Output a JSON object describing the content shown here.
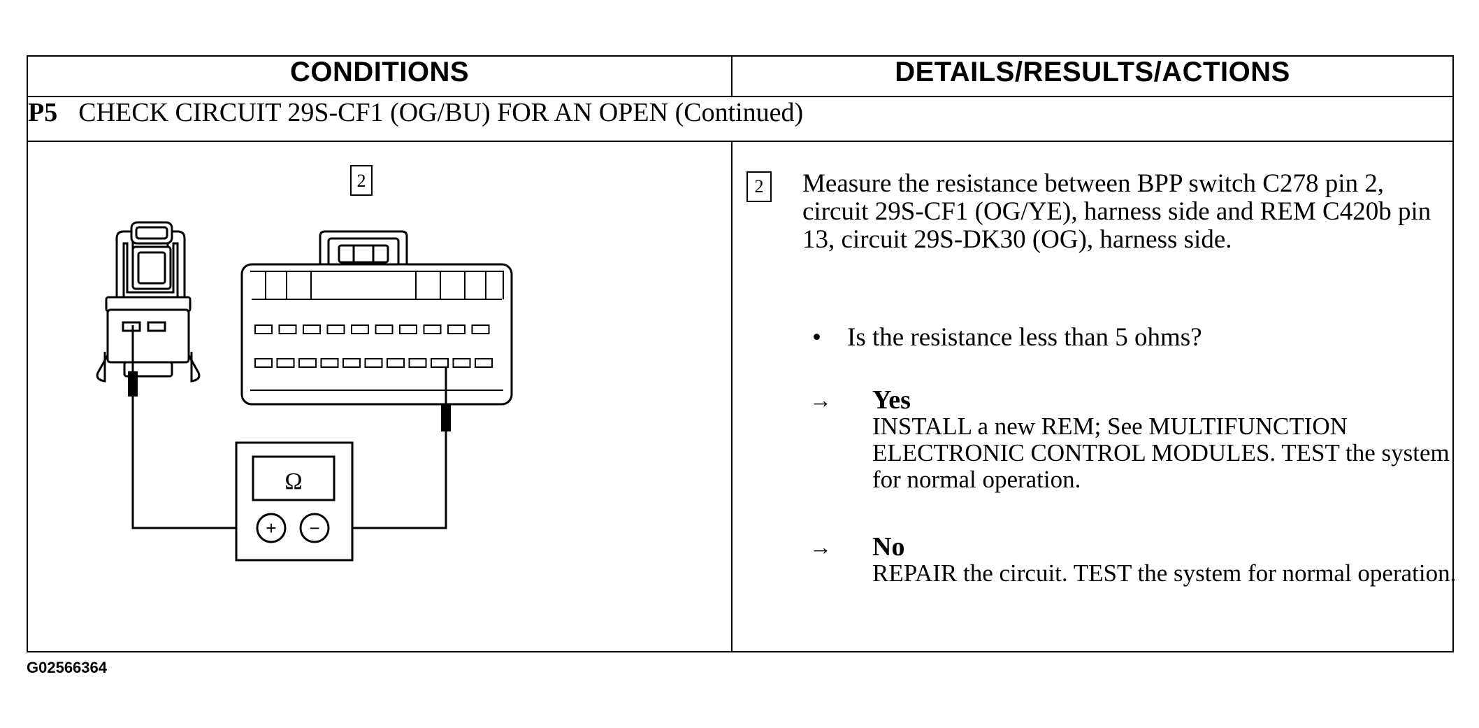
{
  "table": {
    "header_conditions": "CONDITIONS",
    "header_details": "DETAILS/RESULTS/ACTIONS",
    "step_number": "P5",
    "step_title": "CHECK CIRCUIT 29S-CF1 (OG/BU) FOR AN OPEN (Continued)"
  },
  "diagram": {
    "step_box": "2",
    "meter_symbol": "Ω",
    "plus_symbol": "+",
    "minus_symbol": "−",
    "icons": [
      "bpp-switch-connector-icon",
      "rem-connector-icon",
      "ohmmeter-icon",
      "probe-icon"
    ]
  },
  "details": {
    "step_box": "2",
    "instruction": "Measure the resistance between BPP switch C278 pin 2, circuit 29S-CF1 (OG/YE), harness side and REM C420b pin 13, circuit 29S-DK30 (OG), harness side.",
    "bullet_symbol": "•",
    "question": "Is the resistance less than 5 ohms?",
    "arrow_symbol": "→",
    "yes_label": "Yes",
    "yes_text": "INSTALL a new REM; See MULTIFUNCTION ELECTRONIC CONTROL MODULES. TEST the system for normal operation.",
    "no_label": "No",
    "no_text": "REPAIR the circuit. TEST the system for normal operation."
  },
  "figure_code": "G02566364"
}
